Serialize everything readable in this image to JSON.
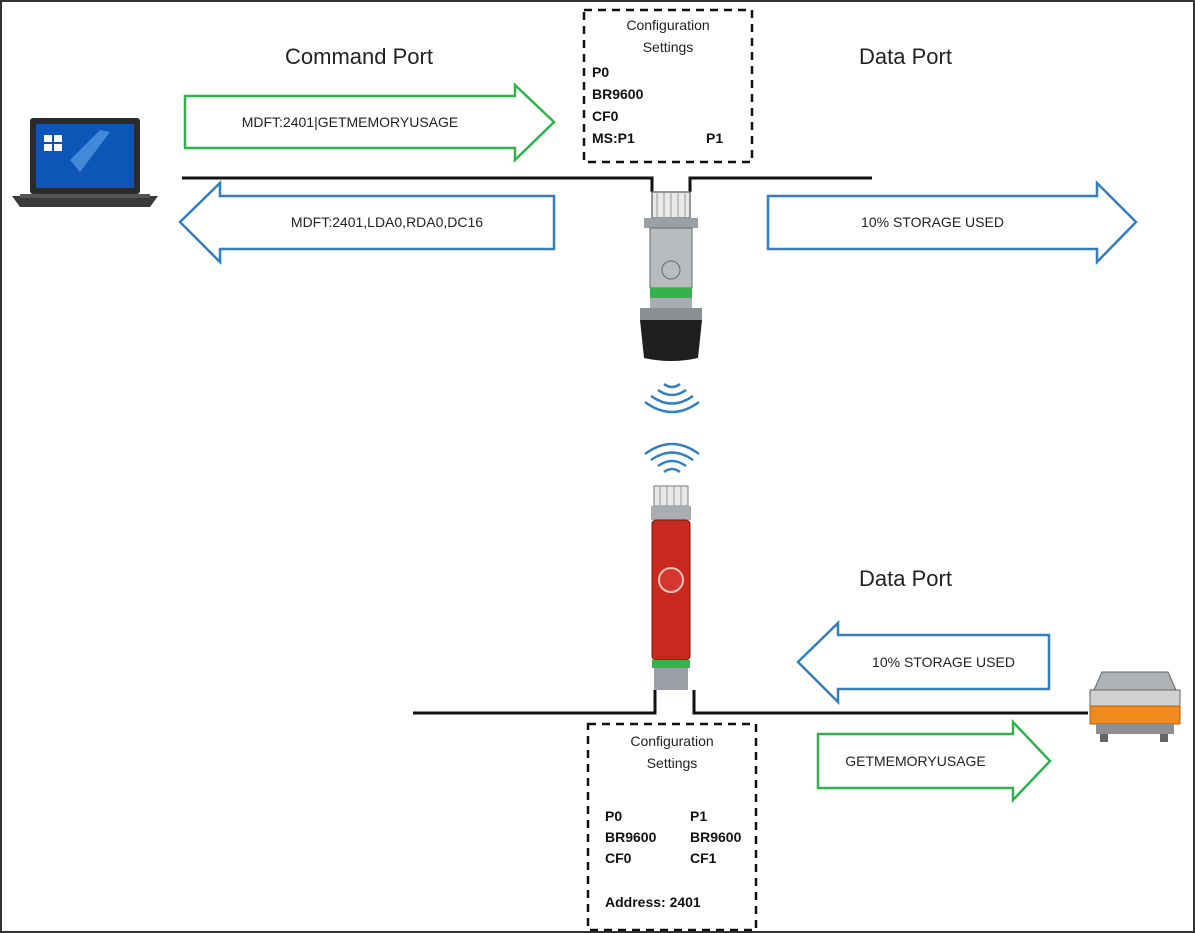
{
  "top": {
    "command_port": "Command Port",
    "data_port": "Data Port",
    "cmd_arrow": "MDFT:2401|GETMEMORYUSAGE",
    "reply_arrow": "MDFT:2401,LDA0,RDA0,DC16",
    "data_arrow": "10% STORAGE USED",
    "config": {
      "title_line1": "Configuration",
      "title_line2": "Settings",
      "p": "P0",
      "br": "BR9600",
      "cf": "CF0",
      "ms": "MS:P1",
      "p1": "P1"
    }
  },
  "bottom": {
    "data_port": "Data Port",
    "data_in_arrow": "10% STORAGE USED",
    "data_out_arrow": "GETMEMORYUSAGE",
    "config": {
      "title_line1": "Configuration",
      "title_line2": "Settings",
      "col1": [
        "P0",
        "BR9600",
        "CF0"
      ],
      "col2": [
        "P1",
        "BR9600",
        "CF1"
      ],
      "address": "Address: 2401"
    }
  },
  "colors": {
    "green_arrow": "#2db34a",
    "blue_arrow": "#2f7fc1",
    "device_top_body": "#b9bcbf",
    "device_bottom_body": "#c8281e",
    "sensor_orange": "#f08a1c"
  },
  "icons": {
    "laptop": "laptop-icon",
    "signal": "wireless-signal-icon",
    "modem_top": "acoustic-modem-icon",
    "modem_bottom": "acoustic-modem-icon",
    "sensor": "sensor-icon"
  }
}
